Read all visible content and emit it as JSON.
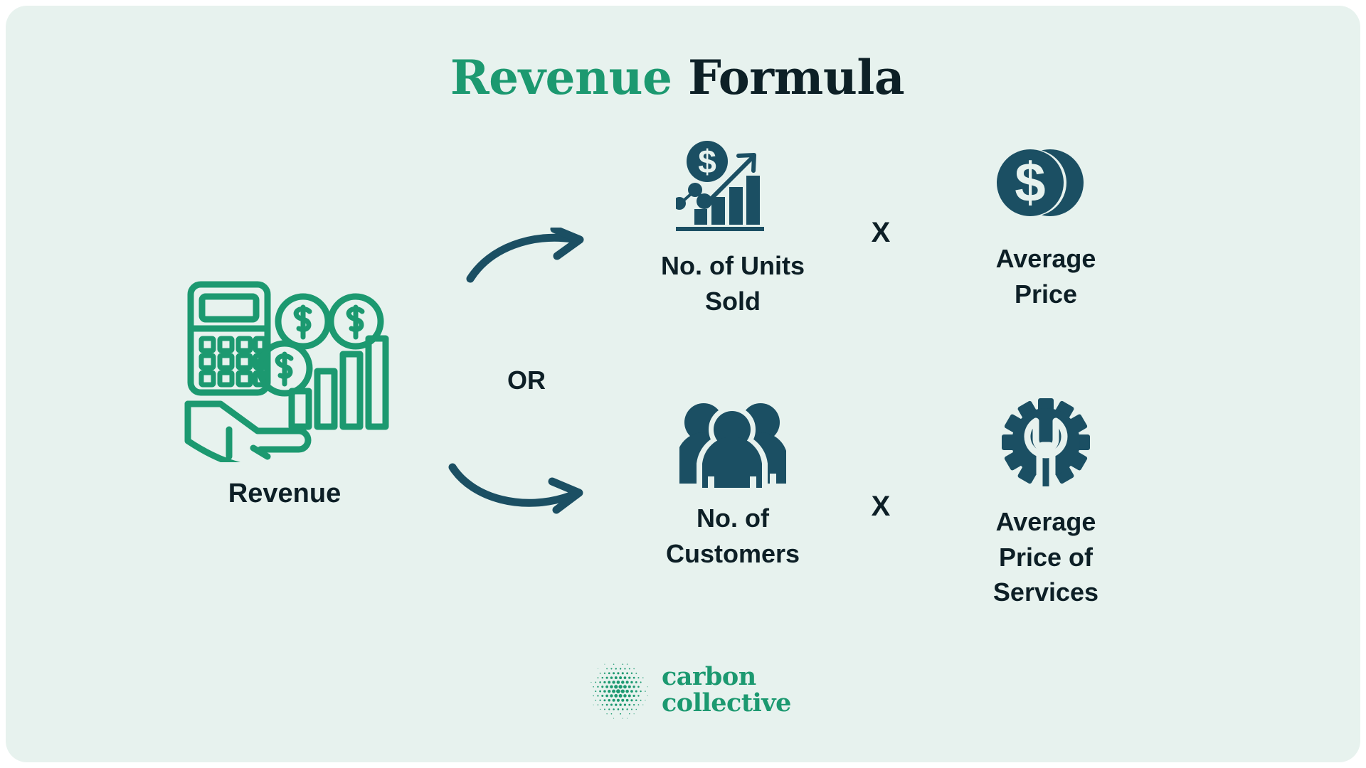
{
  "page": {
    "background_color": "#e7f2ee",
    "accent_green": "#1c9970",
    "accent_dark": "#1b4f63",
    "text_dark": "#0d1f26"
  },
  "title": {
    "part_green": "Revenue",
    "part_dark": " Formula"
  },
  "revenue": {
    "label": "Revenue",
    "icon": "calculator-coins-chart-hand-icon"
  },
  "connector": {
    "arrow_top": "curved-arrow-up-right-icon",
    "arrow_bottom": "curved-arrow-down-right-icon",
    "or_label": "OR"
  },
  "formulas": [
    {
      "id": "units-sold",
      "icon": "chart-growth-dollar-icon",
      "label": "No. of Units\nSold",
      "operator": "X",
      "factor_icon": "stacked-coins-dollar-icon",
      "factor_label": "Average\nPrice"
    },
    {
      "id": "customers",
      "icon": "group-of-people-icon",
      "label": "No. of\nCustomers",
      "operator": "X",
      "factor_icon": "gear-wrench-icon",
      "factor_label": "Average\nPrice of\nServices"
    }
  ],
  "rows": {
    "units": {
      "term_label": "No. of Units Sold",
      "operator": "X",
      "factor_label": "Average Price"
    },
    "customers": {
      "term_label": "No. of Customers",
      "operator": "X",
      "factor_label": "Average Price of Services"
    }
  },
  "labels": {
    "units_line1": "No. of Units",
    "units_line2": "Sold",
    "avg_price_line1": "Average",
    "avg_price_line2": "Price",
    "customers_line1": "No. of",
    "customers_line2": "Customers",
    "services_line1": "Average",
    "services_line2": "Price of",
    "services_line3": "Services",
    "operator_top": "X",
    "operator_bottom": "X"
  },
  "footer": {
    "brand_line1": "carbon",
    "brand_line2": "collective",
    "mark": "dot-cluster-logo-icon"
  }
}
